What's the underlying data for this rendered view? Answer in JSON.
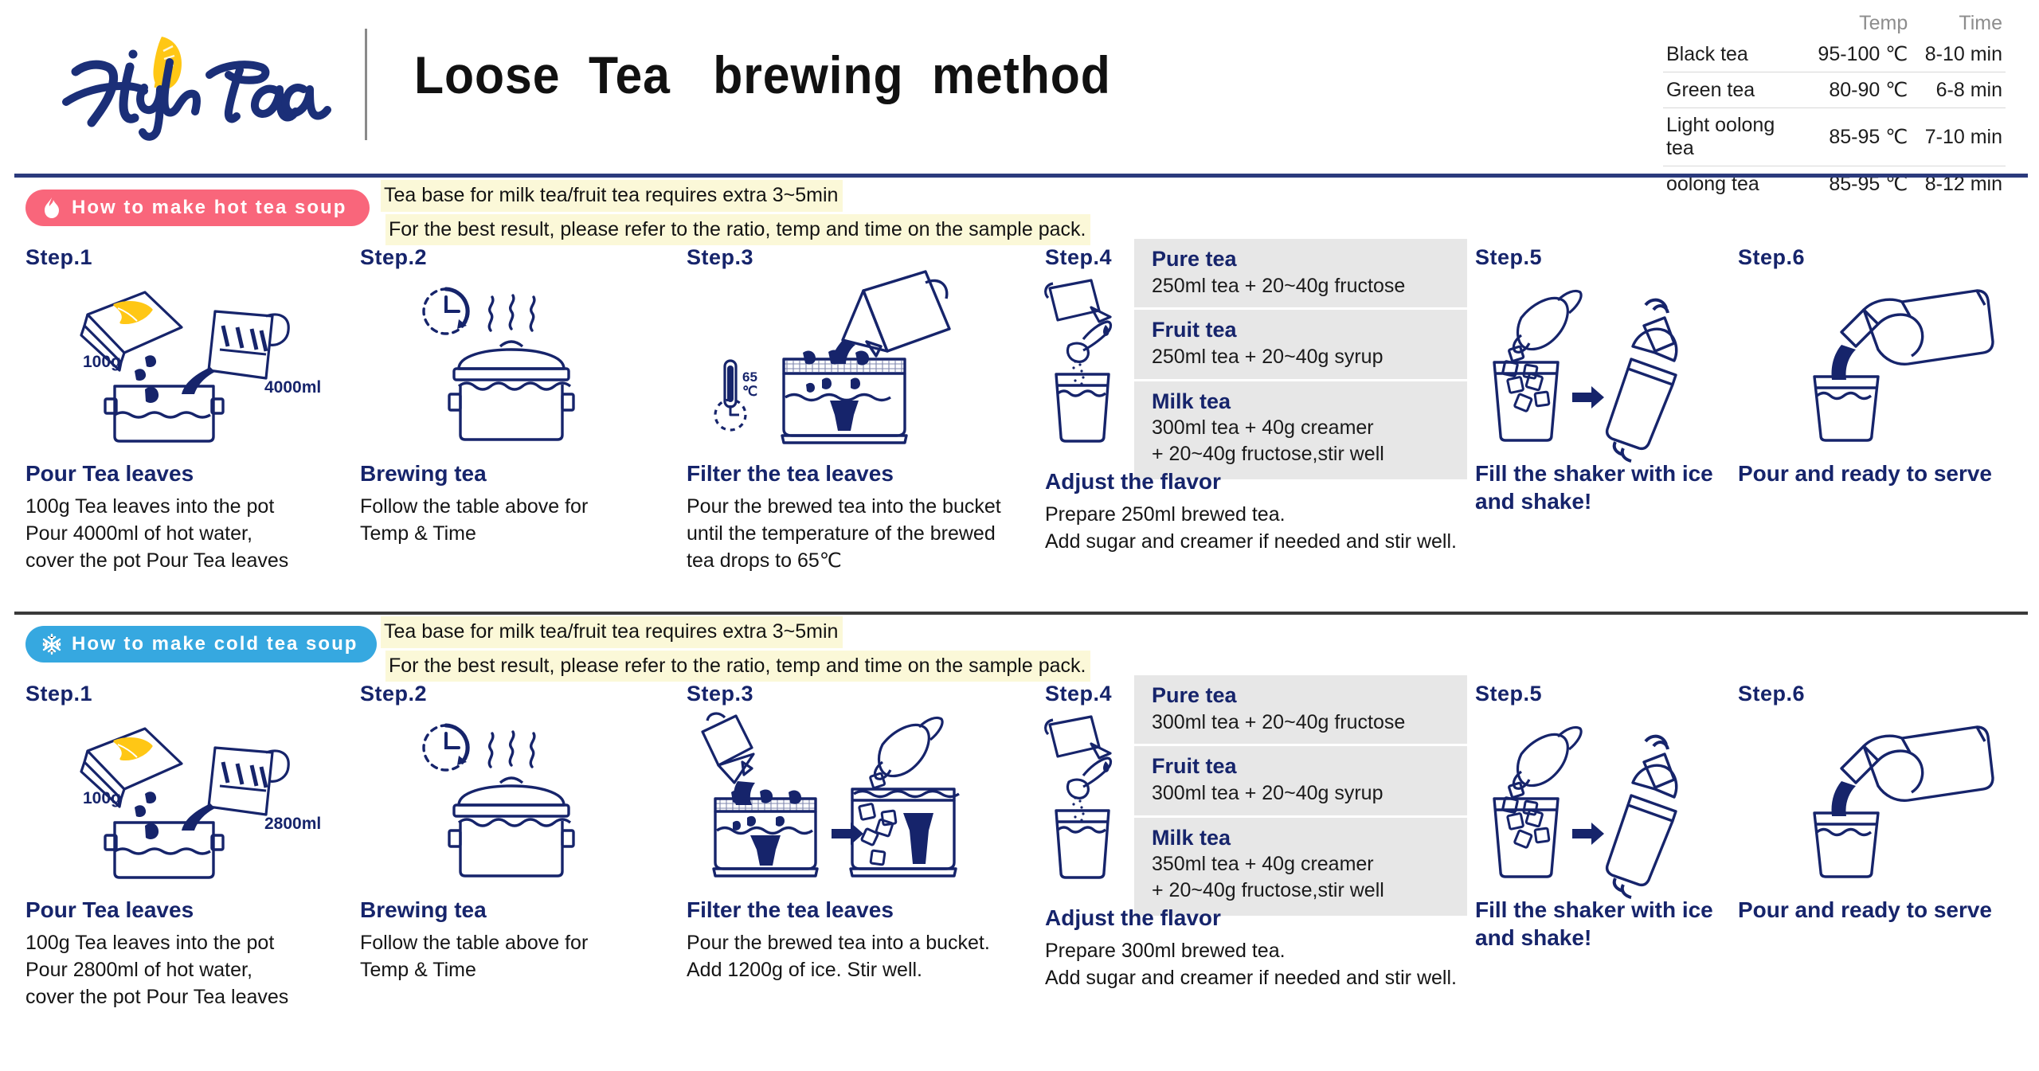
{
  "brand": {
    "name": "High Tea",
    "logo_colors": {
      "script": "#1b2f78",
      "leaf": "#ffc715"
    }
  },
  "header": {
    "title": "Loose  Tea   brewing  method"
  },
  "tea_table": {
    "columns": [
      "",
      "Temp",
      "Time"
    ],
    "rows": [
      {
        "name": "Black tea",
        "temp": "95-100 ℃",
        "time": "8-10 min"
      },
      {
        "name": "Green tea",
        "temp": "80-90 ℃",
        "time": "6-8 min"
      },
      {
        "name": "Light oolong tea",
        "temp": "85-95 ℃",
        "time": "7-10 min"
      },
      {
        "name": "oolong tea",
        "temp": "85-95 ℃",
        "time": "8-12 min"
      }
    ]
  },
  "colors": {
    "navy": "#16246b",
    "hot_badge": "#f9667b",
    "cold_badge": "#36a8e0",
    "note_highlight": "#fbf8d8",
    "panel_gray": "#e7e7e7",
    "leaf_yellow": "#ffc715"
  },
  "hot": {
    "badge": {
      "label": "How  to  make  hot  tea  soup",
      "icon": "flame-icon"
    },
    "notes": [
      "Tea base for milk tea/fruit tea requires extra 3~5min",
      "For the best result, please refer to the ratio, temp and time on the sample pack."
    ],
    "steps": [
      {
        "label": "Step.1",
        "title": "Pour Tea leaves",
        "body": "100g Tea leaves into the pot\nPour 4000ml of hot water,\ncover the pot Pour Tea leaves",
        "art_labels": {
          "weight": "100g",
          "volume": "4000ml"
        }
      },
      {
        "label": "Step.2",
        "title": "Brewing tea",
        "body": "Follow the table above for\nTemp & Time"
      },
      {
        "label": "Step.3",
        "title": "Filter the tea leaves",
        "body": "Pour the brewed tea into the bucket\nuntil the temperature of the brewed\ntea drops to 65℃",
        "art_labels": {
          "temp_num": "65",
          "temp_unit": "℃"
        }
      },
      {
        "label": "Step.4",
        "title": "Adjust the flavor",
        "body": "Prepare 250ml brewed tea.\nAdd sugar and creamer if needed and stir well.",
        "flavors": [
          {
            "name": "Pure tea",
            "desc": "250ml tea + 20~40g fructose"
          },
          {
            "name": "Fruit tea",
            "desc": "250ml tea + 20~40g syrup"
          },
          {
            "name": "Milk tea",
            "desc": "300ml tea + 40g creamer\n+ 20~40g fructose,stir well"
          }
        ]
      },
      {
        "label": "Step.5",
        "title": "Fill the shaker with ice\nand shake!",
        "body": ""
      },
      {
        "label": "Step.6",
        "title": "Pour and ready to serve",
        "body": ""
      }
    ]
  },
  "cold": {
    "badge": {
      "label": "How  to  make  cold  tea  soup",
      "icon": "snowflake-icon"
    },
    "notes": [
      "Tea base for milk tea/fruit tea requires extra 3~5min",
      "For the best result, please refer to the ratio, temp and time on the sample pack."
    ],
    "steps": [
      {
        "label": "Step.1",
        "title": "Pour Tea leaves",
        "body": "100g Tea leaves into the pot\nPour 2800ml of hot water,\ncover the pot Pour Tea leaves",
        "art_labels": {
          "weight": "100g",
          "volume": "2800ml"
        }
      },
      {
        "label": "Step.2",
        "title": "Brewing tea",
        "body": "Follow the table above for\nTemp & Time"
      },
      {
        "label": "Step.3",
        "title": "Filter the tea leaves",
        "body": "Pour the brewed tea into a bucket.\nAdd 1200g of ice. Stir well."
      },
      {
        "label": "Step.4",
        "title": "Adjust the flavor",
        "body": "Prepare 300ml brewed tea.\nAdd sugar and creamer if needed and stir well.",
        "flavors": [
          {
            "name": "Pure tea",
            "desc": "300ml tea + 20~40g fructose"
          },
          {
            "name": "Fruit tea",
            "desc": "300ml tea + 20~40g syrup"
          },
          {
            "name": "Milk tea",
            "desc": "350ml tea + 40g creamer\n+ 20~40g fructose,stir well"
          }
        ]
      },
      {
        "label": "Step.5",
        "title": "Fill the shaker with ice\nand shake!",
        "body": ""
      },
      {
        "label": "Step.6",
        "title": "Pour and ready to serve",
        "body": ""
      }
    ]
  }
}
